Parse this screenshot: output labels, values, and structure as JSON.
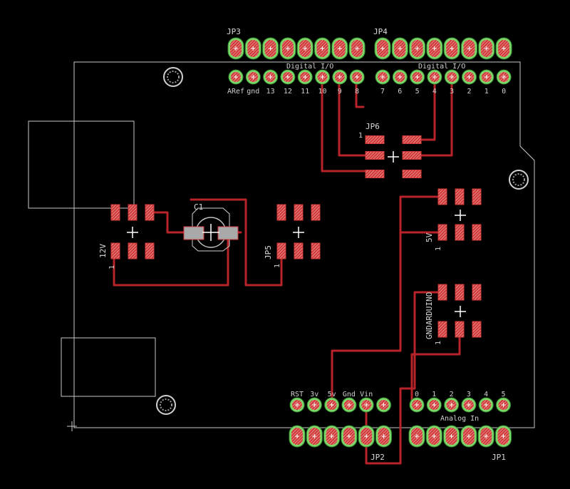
{
  "colors": {
    "background": "#000000",
    "outline": "#c8c8c8",
    "trace": "#b8232a",
    "pad_fill": "#d23a3a",
    "pad_hatch": "#f2f2f2",
    "pin_ring": "#7fd66a",
    "pin_ring_dark": "#2f8f2f",
    "label": "#d8d8d8"
  },
  "headers": {
    "jp3": {
      "name": "JP3",
      "pins": [
        "ARef",
        "gnd",
        "13",
        "12",
        "11",
        "10",
        "9",
        "8"
      ],
      "group_label": "Digital I/O"
    },
    "jp4": {
      "name": "JP4",
      "pins": [
        "7",
        "6",
        "5",
        "4",
        "3",
        "2",
        "1",
        "0"
      ],
      "group_label": "Digital I/O"
    },
    "jp2": {
      "name": "JP2",
      "pins": [
        "RST",
        "3v",
        "5v",
        "Gnd",
        "Vin"
      ]
    },
    "jp1": {
      "name": "JP1",
      "pins": [
        "0",
        "1",
        "2",
        "3",
        "4",
        "5"
      ],
      "group_label": "Analog In"
    }
  },
  "parts": {
    "jp6": {
      "name": "JP6",
      "pin1": "1"
    },
    "jp5": {
      "name": "JP5",
      "pin1": "1"
    },
    "c1": {
      "name": "C1"
    },
    "v12": {
      "name": "12V",
      "pin1": "1"
    },
    "v5": {
      "name": "5V",
      "pin1": "1"
    },
    "gnd": {
      "name": "GNDARDUINO",
      "pin1": "1"
    }
  }
}
